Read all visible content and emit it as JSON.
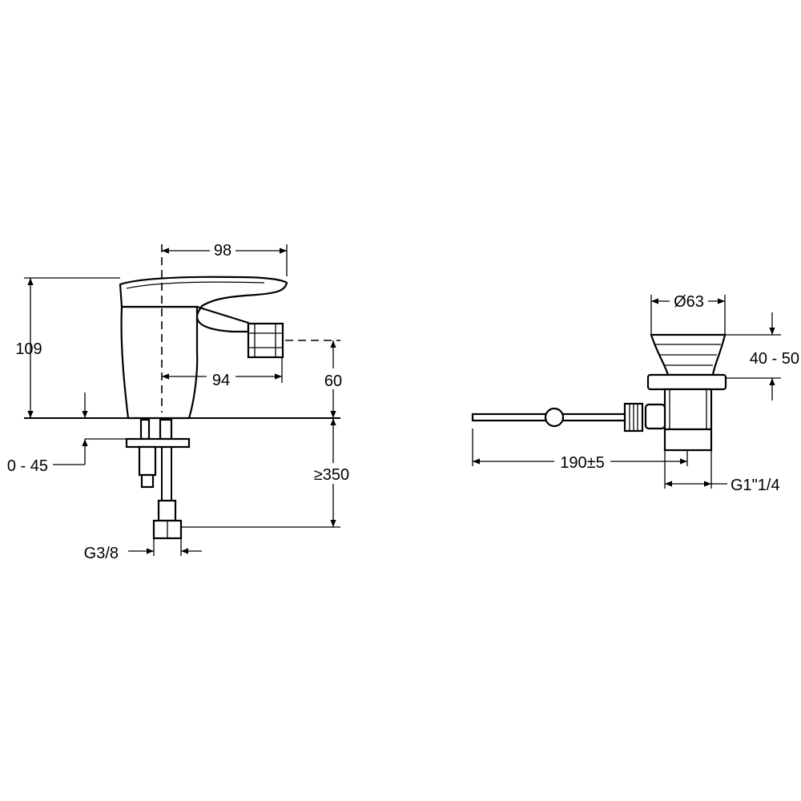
{
  "diagram": {
    "mixer": {
      "dim_width": "98",
      "dim_height": "109",
      "dim_spout_reach": "94",
      "dim_spout_height": "60",
      "dim_deck": "0 - 45",
      "dim_hose_length": "≥350",
      "dim_thread": "G3/8"
    },
    "waste": {
      "dim_diameter": "Ø63",
      "dim_flange": "40 - 50",
      "dim_rod": "190±5",
      "dim_thread": "G1\"1/4"
    }
  }
}
